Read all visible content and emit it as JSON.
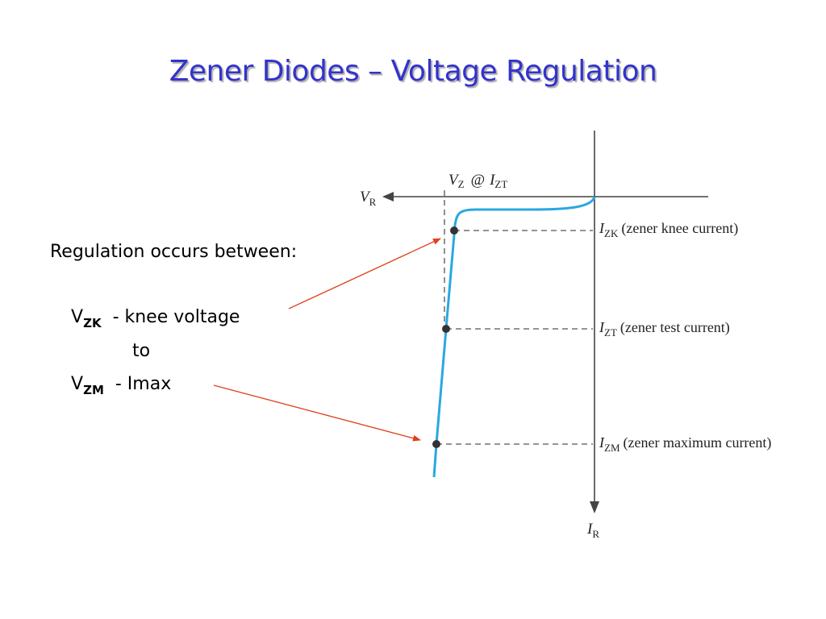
{
  "title": "Zener Diodes – Voltage Regulation",
  "text": {
    "intro": "Regulation occurs between:",
    "vzk_letter": "V",
    "vzk_sub": "ZK",
    "vzk_desc": "- knee voltage",
    "to": "to",
    "vzm_letter": "V",
    "vzm_sub": "ZM",
    "vzm_desc": "- Imax"
  },
  "diagram": {
    "vz_label": {
      "v": "V",
      "vsub": "Z",
      "at": "@",
      "i": "I",
      "isub": "ZT"
    },
    "vr_label": {
      "main": "V",
      "sub": "R"
    },
    "ir_label": {
      "main": "I",
      "sub": "R"
    },
    "izk": {
      "main": "I",
      "sub": "ZK",
      "desc": "(zener knee current)"
    },
    "izt": {
      "main": "I",
      "sub": "ZT",
      "desc": "(zener test current)"
    },
    "izm": {
      "main": "I",
      "sub": "ZM",
      "desc": "(zener maximum current)"
    }
  },
  "colors": {
    "title": "#3333cc",
    "curve": "#29a8e0",
    "arrow": "#e0401a",
    "axis": "#444444",
    "dashed": "#555555"
  }
}
